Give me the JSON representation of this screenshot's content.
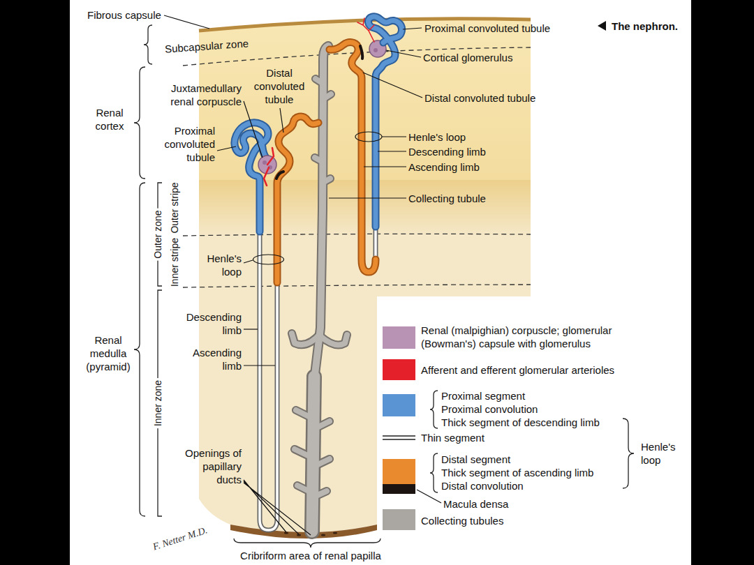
{
  "diagram": {
    "title": "The nephron.",
    "labels": [
      "Fibrous capsule",
      "Subcapsular zone",
      "Renal cortex",
      "Juxtamedullary renal corpuscle",
      "Distal convoluted tubule",
      "Proximal convoluted tubule",
      "Outer zone",
      "Outer stripe",
      "Inner stripe",
      "Henle's loop",
      "Renal medulla (pyramid)",
      "Inner zone",
      "Descending limb",
      "Ascending limb",
      "Openings of papillary ducts",
      "Cribriform area of renal papilla",
      "Proximal convoluted tubule",
      "Cortical glomerulus",
      "Distal convoluted tubule",
      "Henle's loop",
      "Descending limb",
      "Ascending limb",
      "Collecting tubule",
      "Proximal convolution",
      "Thick segment of descending limb",
      "Thick segment of ascending limb",
      "Distal convolution",
      "Henle's loop",
      "F. Netter M.D."
    ],
    "legend": [
      {
        "text": "Renal (malpighian) corpuscle; glomerular (Bowman's) capsule with glomerulus",
        "color": "#b893b4"
      },
      {
        "text": "Afferent and efferent glomerular arterioles",
        "color": "#e4212b"
      },
      {
        "text": "Proximal segment",
        "color": "#5b94d3"
      },
      {
        "text": "Thin segment"
      },
      {
        "text": "Distal segment",
        "color": "#e88a2d"
      },
      {
        "text": "Macula densa",
        "color": "#1b1411"
      },
      {
        "text": "Collecting tubules",
        "color": "#aaa6a1"
      }
    ]
  }
}
